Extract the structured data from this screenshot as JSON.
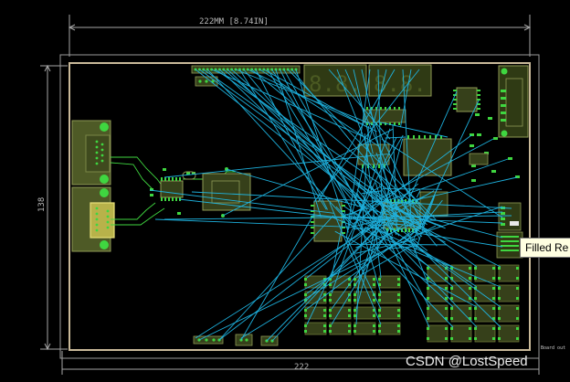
{
  "dimensions": {
    "top_label": "222MM [8.74IN]",
    "bottom_label": "222",
    "left_label": "138"
  },
  "board": {
    "outline_label": "Board out",
    "layer_colors": {
      "background": "#000000",
      "board_edge": "#c9b999",
      "dimension": "#a6a6a6",
      "copper_component": "#5d6b2e",
      "pad": "#3fd640",
      "ratsnest": "#1fb8e6",
      "silk": "#d8d8d8",
      "highlight": "#e8e07a"
    }
  },
  "tooltip": {
    "text": "Filled Re"
  },
  "watermark": {
    "text": "CSDN @LostSpeed"
  }
}
